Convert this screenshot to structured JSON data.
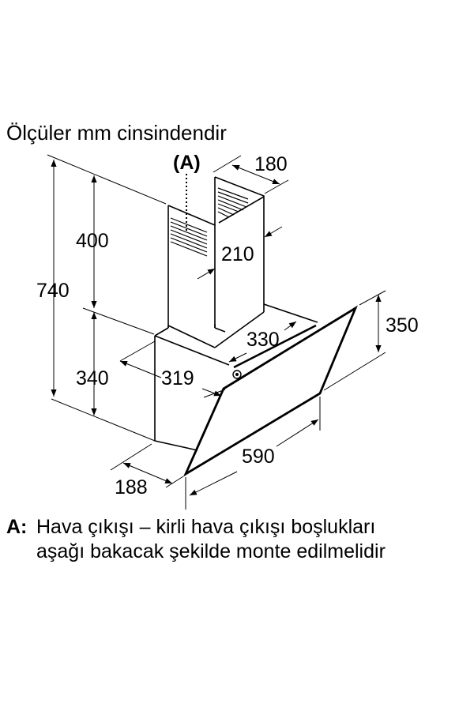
{
  "title": "Ölçüler mm cinsindendir",
  "diagram": {
    "callout_label": "(A)",
    "dimensions": {
      "chimney_width": "180",
      "chimney_depth": "210",
      "chimney_height": "400",
      "total_height": "740",
      "body_height": "340",
      "body_depth": "319",
      "hood_inner_width": "330",
      "glass_height": "350",
      "hood_width": "590",
      "bottom_depth": "188"
    },
    "stroke_color": "#000000",
    "background_color": "#ffffff"
  },
  "note": {
    "key": "A:",
    "line1": "Hava çıkışı – kirli hava çıkışı boşlukları",
    "line2": "aşağı bakacak şekilde monte edilmelidir"
  }
}
